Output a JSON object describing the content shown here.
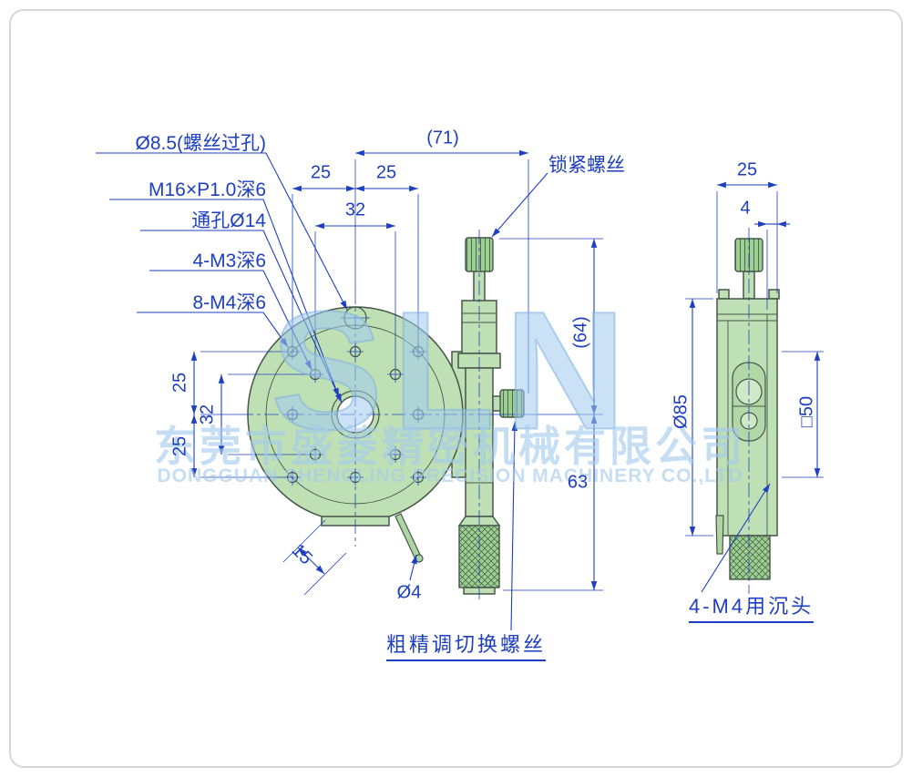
{
  "watermark": {
    "logo": "SLN",
    "company_cn": "东莞市盛菱精密机械有限公司",
    "company_en": "DONGGUAN SHENGLING PRECISION MACHINERY CO.,LTD"
  },
  "front_view": {
    "callouts": {
      "screw_through_hole": "Ø8.5(螺丝过孔)",
      "center_thread": "M16×P1.0深6",
      "through_hole": "通孔Ø14",
      "m3_holes": "4-M3深6",
      "m4_holes": "8-M4深6",
      "lock_screw": "锁紧螺丝",
      "adjust_switch_screw": "粗精调切换螺丝",
      "pin_diameter": "Ø4"
    },
    "dimensions": {
      "overall_width_ref": "(71)",
      "hole_span_left": "25",
      "hole_span_right": "25",
      "hole_span_inner": "32",
      "left_upper": "25",
      "left_inner": "32",
      "left_lower": "25",
      "height_upper_ref": "(64)",
      "height_lower": "63",
      "bottom_offset": "15"
    }
  },
  "side_view": {
    "dimensions": {
      "thickness": "25",
      "step": "4",
      "body_diameter": "Ø85",
      "square_size": "□50"
    },
    "callouts": {
      "counterbore": "4-M4用沉头"
    }
  },
  "colors": {
    "dimension_blue": "#1d3fc0",
    "part_green": "#bfe0b5",
    "knurl_green": "#9ccf92",
    "outline_green": "#46554a",
    "watermark_blue": "#a1caee"
  }
}
